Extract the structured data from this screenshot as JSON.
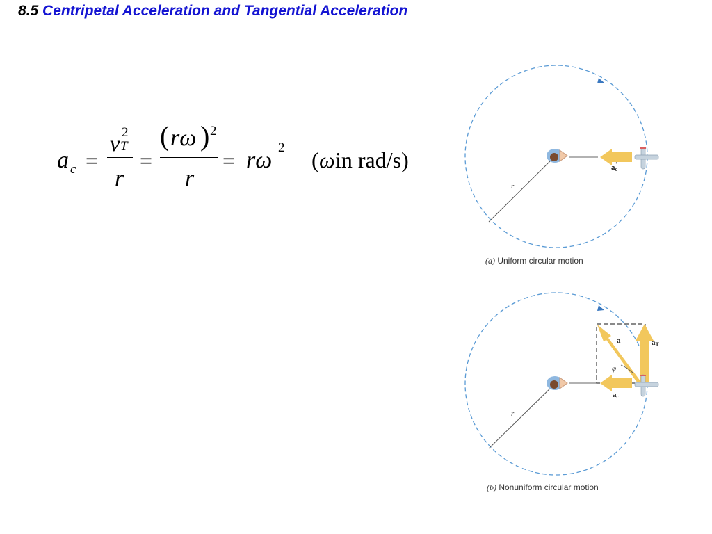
{
  "title": {
    "section_number": "8.5",
    "section_name": "Centripetal Acceleration and Tangential Acceleration"
  },
  "equation": {
    "lhs": "a",
    "lhs_sub": "c",
    "equals": "=",
    "frac1_num_var": "v",
    "frac1_num_sup": "2",
    "frac1_num_sub": "T",
    "frac1_den": "r",
    "frac2_num_open": "(",
    "frac2_num_body": "rω",
    "frac2_num_close": ")",
    "frac2_num_sup": "2",
    "frac2_den": "r",
    "result": "rω",
    "result_sup": "2",
    "note_open": "(",
    "note_symbol": "ω",
    "note_text": " in rad/s)"
  },
  "figure_a": {
    "caption_label": "(a)",
    "caption_text": " Uniform circular motion",
    "radius_label": "r",
    "accel_label": "a",
    "accel_sub": "c"
  },
  "figure_b": {
    "caption_label": "(b)",
    "caption_text": " Nonuniform circular motion",
    "radius_label": "r",
    "accel_label": "a",
    "centripetal_label": "a",
    "centripetal_sub": "c",
    "tangential_label": "a",
    "tangential_sub": "T",
    "angle_label": "φ"
  },
  "colors": {
    "title_blue": "#1414d2",
    "circle_dash": "#5b9bd5",
    "arrow_yellow": "#f2c75c",
    "radius_line": "#555555"
  },
  "icons": {
    "pilot": "pilot-figure-icon",
    "plane": "airplane-icon"
  }
}
